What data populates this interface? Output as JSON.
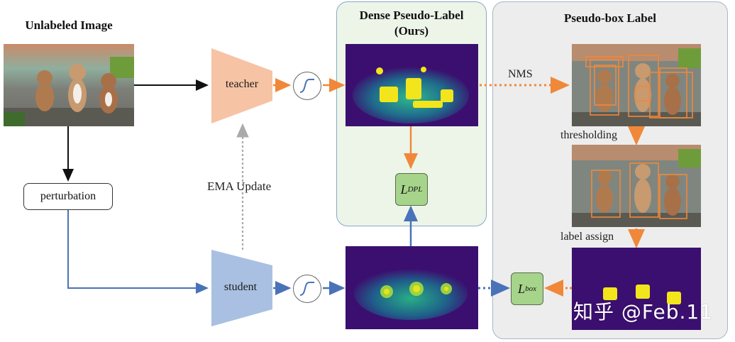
{
  "titles": {
    "unlabeled": "Unlabeled Image",
    "dense_line1": "Dense Pseudo-Label",
    "dense_line2": "(Ours)",
    "pseudo_box": "Pseudo-box Label"
  },
  "nodes": {
    "teacher": "teacher",
    "student": "student",
    "perturbation": "perturbation"
  },
  "edge_labels": {
    "ema": "EMA  Update",
    "nms": "NMS",
    "thresholding": "thresholding",
    "label_assign": "label assign"
  },
  "losses": {
    "dpl_main": "L",
    "dpl_sub": "DPL",
    "box_main": "L",
    "box_sub": "box"
  },
  "watermark": "知乎 @Feb.11",
  "colors": {
    "orange": "#f0883a",
    "blue": "#4a72b8",
    "gray_arrow": "#aaaaaa",
    "teacher_fill": "#f6c3a4",
    "student_fill": "#a9c0e2",
    "heat_bg": "#3b0f6f",
    "heat_hot": "#f3e51c",
    "heat_mid": "#25b38e"
  }
}
